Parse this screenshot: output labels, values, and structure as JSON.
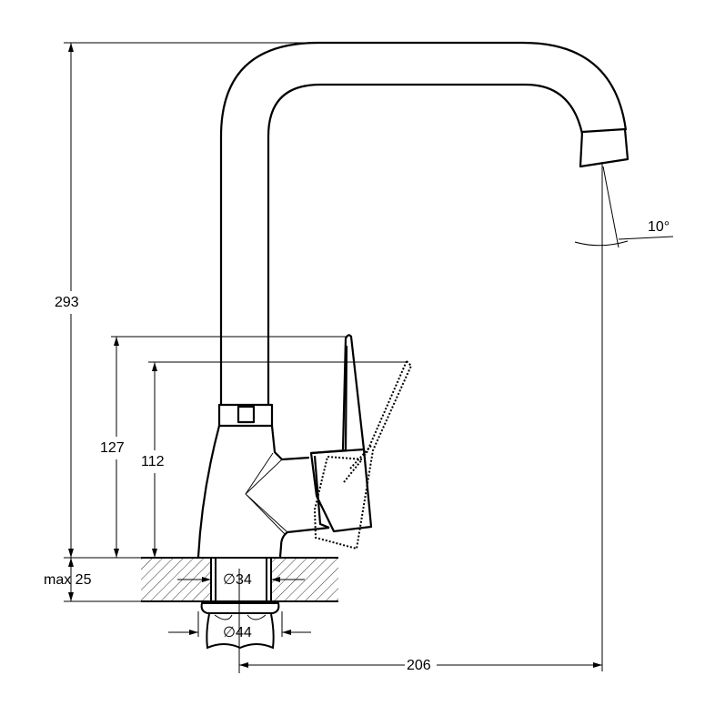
{
  "title": "Faucet dimension drawing",
  "dimensions": {
    "total_height": "293",
    "lever_height": "127",
    "body_height": "112",
    "max_counter": "max 25",
    "hole_diameter": "∅34",
    "nut_diameter": "∅44",
    "spout_reach": "206",
    "spout_angle": "10°"
  },
  "colors": {
    "line": "#000000",
    "background": "#ffffff"
  }
}
